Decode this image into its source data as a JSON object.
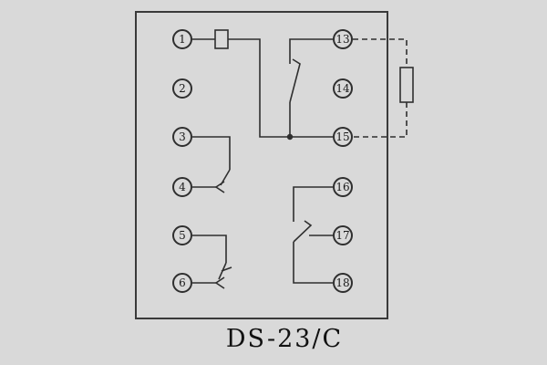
{
  "title": "DS-23/C",
  "diagram": {
    "left_terminals": [
      "1",
      "2",
      "3",
      "4",
      "5",
      "6"
    ],
    "right_terminals": [
      "13",
      "14",
      "15",
      "16",
      "17",
      "18"
    ],
    "symbols": [
      "coil-rectangle-symbol",
      "switch-contact-symbol",
      "external-resistor-dashed-symbol"
    ]
  },
  "colors": {
    "background": "#d9d9d9",
    "line": "#2f2f2f",
    "text": "#1a1a1a"
  }
}
